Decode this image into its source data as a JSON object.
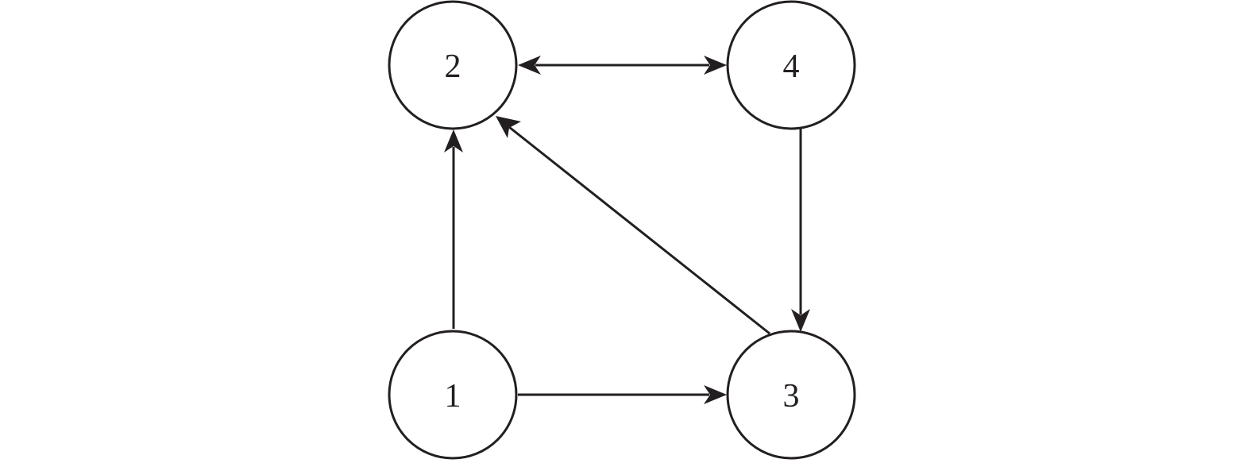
{
  "diagram": {
    "nodes": [
      {
        "id": "node-1",
        "label": "1"
      },
      {
        "id": "node-2",
        "label": "2"
      },
      {
        "id": "node-3",
        "label": "3"
      },
      {
        "id": "node-4",
        "label": "4"
      }
    ],
    "edges": [
      {
        "from": "1",
        "to": "2",
        "direction": "forward"
      },
      {
        "from": "1",
        "to": "3",
        "direction": "forward"
      },
      {
        "from": "3",
        "to": "2",
        "direction": "forward"
      },
      {
        "from": "4",
        "to": "3",
        "direction": "forward"
      },
      {
        "from": "2",
        "to": "4",
        "direction": "bidirectional"
      }
    ]
  }
}
